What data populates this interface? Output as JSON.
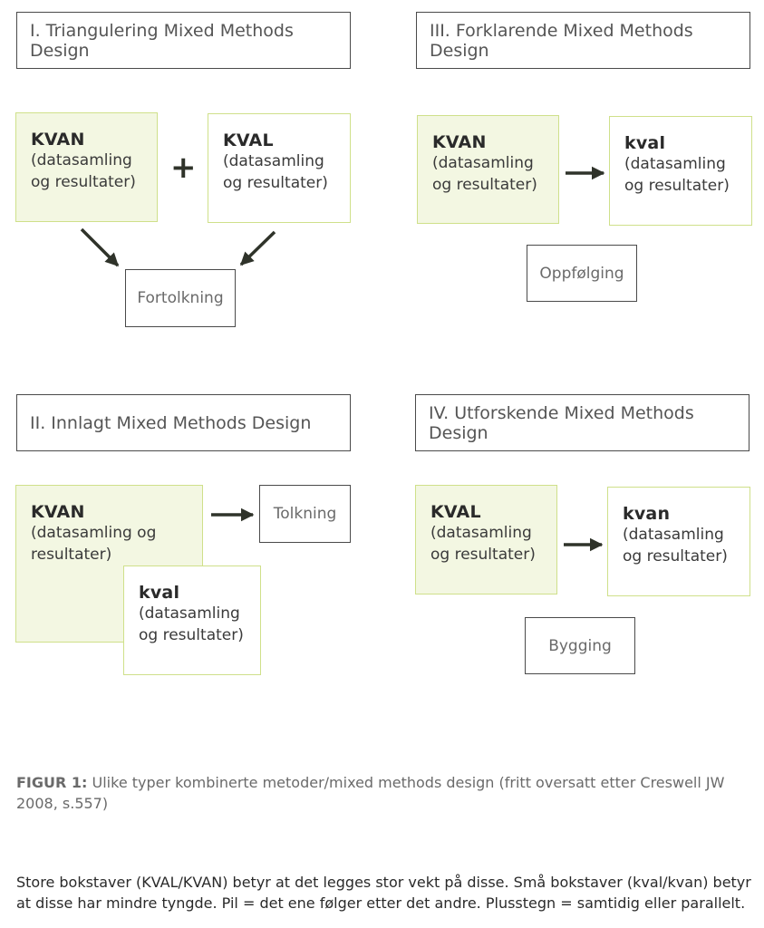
{
  "panels": {
    "p1": {
      "title": "I. Triangulering Mixed Methods Design",
      "box_a": {
        "main": "KVAN",
        "sub": "(datasamling og resultater)"
      },
      "box_b": {
        "main": "KVAL",
        "sub": "(datasamling og resultater)"
      },
      "connector": "+",
      "result": "Fortolkning"
    },
    "p2": {
      "title": "II. Innlagt Mixed Methods Design",
      "box_a": {
        "main": "KVAN",
        "sub": "(datasamling og resultater)"
      },
      "box_b": {
        "main": "kval",
        "sub": "(datasamling og resultater)"
      },
      "result": "Tolkning"
    },
    "p3": {
      "title": "III. Forklarende Mixed Methods Design",
      "box_a": {
        "main": "KVAN",
        "sub": "(datasamling og resultater)"
      },
      "box_b": {
        "main": "kval",
        "sub": "(datasamling og resultater)"
      },
      "result": "Oppfølging"
    },
    "p4": {
      "title": "IV. Utforskende Mixed Methods Design",
      "box_a": {
        "main": "KVAL",
        "sub": "(datasamling og resultater)"
      },
      "box_b": {
        "main": "kvan",
        "sub": "(datasamling og resultater)"
      },
      "result": "Bygging"
    }
  },
  "caption": {
    "label": "FIGUR 1:",
    "text": " Ulike typer kombinerte metoder/mixed methods design (fritt oversatt etter Creswell JW 2008, s.557)"
  },
  "note": "Store bokstaver (KVAL/KVAN) betyr at det legges stor vekt på disse. Små bokstaver (kval/kvan) betyr at disse har mindre tyngde. Pil = det ene følger etter det andre. Plusstegn = samtidig eller parallelt.",
  "colors": {
    "strong_fill": "#f3f7e2",
    "border_green": "#cfe08a",
    "line": "#4a4a4a",
    "arrow": "#2f332a"
  }
}
